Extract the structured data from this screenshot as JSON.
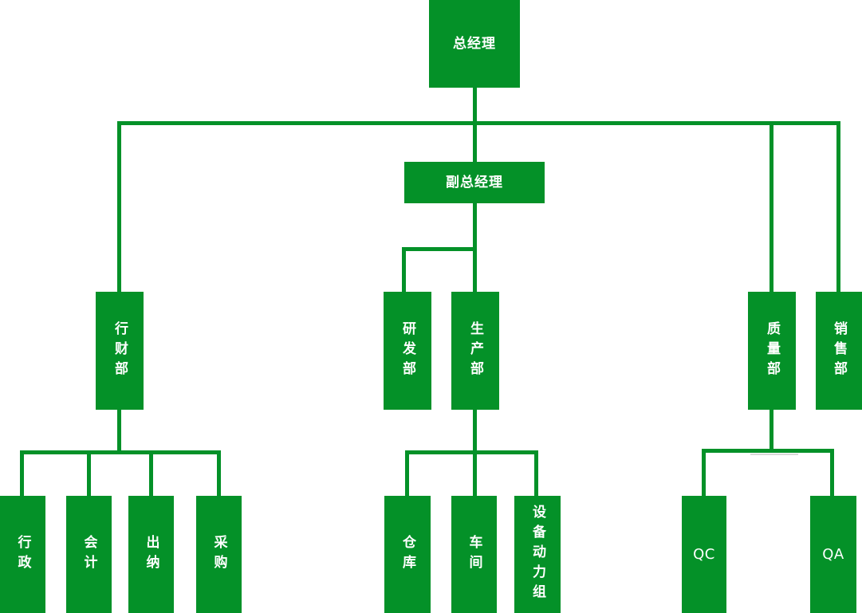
{
  "diagram": {
    "type": "org-chart",
    "orientation": "top-down"
  },
  "colors": {
    "node_fill": "#049128",
    "node_text": "#ffffff",
    "connector": "#049128",
    "hidden_node_border": "#d8d8d8",
    "background": "#ffffff"
  },
  "nodes": [
    {
      "label": "总经理",
      "parent": null,
      "text_direction": "horizontal"
    },
    {
      "label": "副总经理",
      "parent": "总经理",
      "text_direction": "horizontal"
    },
    {
      "label": "行财部",
      "parent": "总经理",
      "text_direction": "vertical"
    },
    {
      "label": "研发部",
      "parent": "副总经理",
      "text_direction": "vertical"
    },
    {
      "label": "生产部",
      "parent": "副总经理",
      "text_direction": "vertical"
    },
    {
      "label": "质量部",
      "parent": "总经理",
      "text_direction": "vertical"
    },
    {
      "label": "销售部",
      "parent": "总经理",
      "text_direction": "vertical"
    },
    {
      "label": "行政",
      "parent": "行财部",
      "text_direction": "vertical"
    },
    {
      "label": "会计",
      "parent": "行财部",
      "text_direction": "vertical"
    },
    {
      "label": "出纳",
      "parent": "行财部",
      "text_direction": "vertical"
    },
    {
      "label": "采购",
      "parent": "行财部",
      "text_direction": "vertical"
    },
    {
      "label": "仓库",
      "parent": "生产部",
      "text_direction": "vertical"
    },
    {
      "label": "车间",
      "parent": "生产部",
      "text_direction": "vertical"
    },
    {
      "label": "设备动力组",
      "parent": "生产部",
      "text_direction": "vertical"
    },
    {
      "label": "QC",
      "parent": "质量部",
      "text_direction": "horizontal"
    },
    {
      "label": "QA",
      "parent": "质量部",
      "text_direction": "horizontal"
    }
  ]
}
